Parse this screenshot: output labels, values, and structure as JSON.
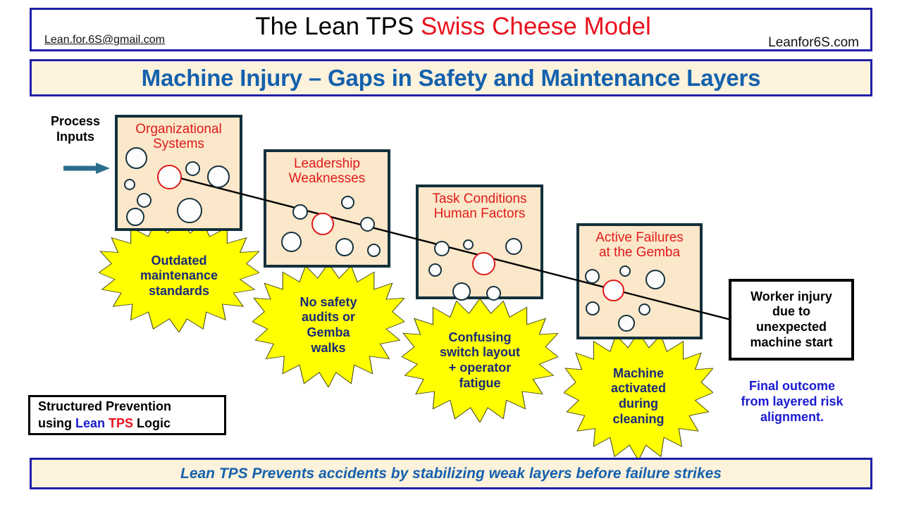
{
  "header": {
    "email": "Lean.for.6S@gmail.com",
    "title_black": "The Lean TPS ",
    "title_red": "Swiss Cheese Model",
    "website": "Leanfor6S.com"
  },
  "subtitle": "Machine Injury – Gaps in Safety and Maintenance Layers",
  "footer": "Lean TPS Prevents accidents by stabilizing weak layers before failure strikes",
  "process_inputs_label": "Process\nInputs",
  "slices": [
    {
      "title": "Organizational\nSystems"
    },
    {
      "title": "Leadership\nWeaknesses"
    },
    {
      "title": "Task Conditions\nHuman Factors"
    },
    {
      "title": "Active Failures\nat the Gemba"
    }
  ],
  "bursts": [
    {
      "label": "Outdated\nmaintenance\nstandards"
    },
    {
      "label": "No safety\naudits or\nGemba\nwalks"
    },
    {
      "label": "Confusing\nswitch layout\n+ operator\nfatigue"
    },
    {
      "label": "Machine\nactivated\nduring\ncleaning"
    }
  ],
  "outcome": {
    "box_text": "Worker injury\ndue to\nunexpected\nmachine start",
    "caption": "Final outcome\nfrom layered risk\nalignment."
  },
  "prevention": {
    "line1": "Structured Prevention",
    "line2_a": "using ",
    "line2_lean": "Lean",
    "line2_mid": " ",
    "line2_tps": "TPS",
    "line2_b": " Logic"
  },
  "colors": {
    "frame_blue": "#1f1fa8",
    "cream": "#fdf2dc",
    "slice_fill": "#fbe7c9",
    "slice_border": "#14303c",
    "title_red": "#e8121d",
    "heading_blue": "#1461ad",
    "burst_yellow": "#ffff00",
    "burst_text": "#1a2a7a",
    "arrow_teal": "#2a6e8e"
  },
  "chart_data": {
    "type": "diagram",
    "title": "Swiss Cheese Model – Machine Injury",
    "layers": [
      {
        "name": "Organizational Systems",
        "gap": "Outdated maintenance standards"
      },
      {
        "name": "Leadership Weaknesses",
        "gap": "No safety audits or Gemba walks"
      },
      {
        "name": "Task Conditions Human Factors",
        "gap": "Confusing switch layout + operator fatigue"
      },
      {
        "name": "Active Failures at the Gemba",
        "gap": "Machine activated during cleaning"
      }
    ],
    "input": "Process Inputs",
    "outcome": "Worker injury due to unexpected machine start"
  }
}
